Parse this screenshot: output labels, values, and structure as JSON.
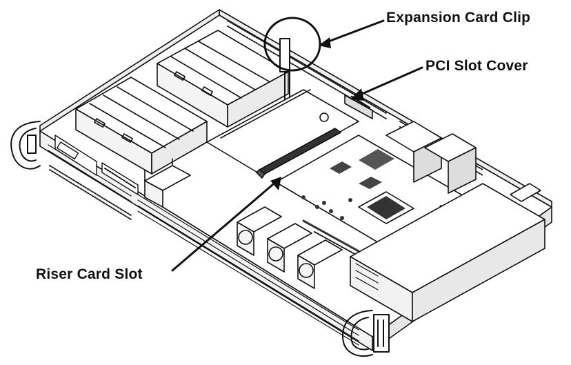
{
  "diagram": {
    "callouts": {
      "expansion_card_clip": "Expansion Card Clip",
      "pci_slot_cover": "PCI Slot Cover",
      "riser_card_slot": "Riser Card Slot"
    },
    "colors": {
      "line": "#111111",
      "fill": "#ffffff",
      "shade": "#d9d9d9",
      "dark": "#333333"
    }
  }
}
